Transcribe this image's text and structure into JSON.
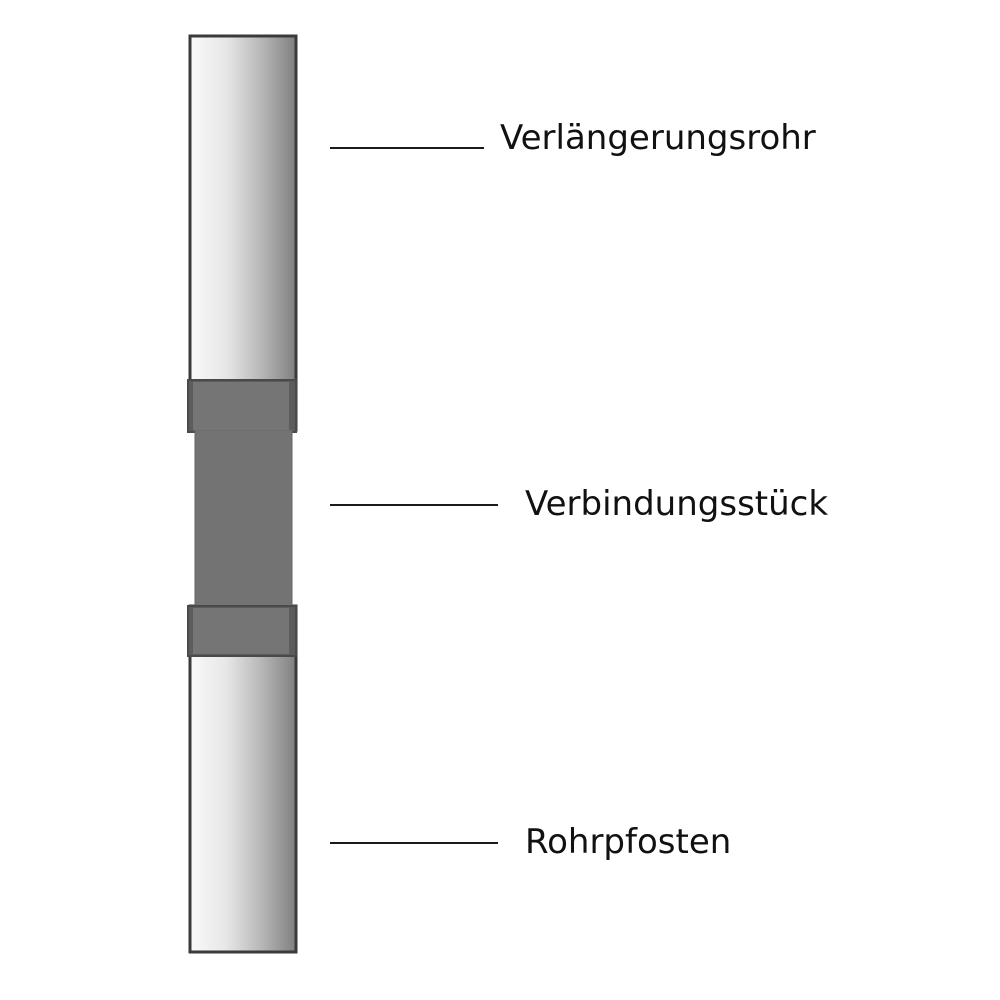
{
  "labels": {
    "extension_pipe": "Verlängerungsrohr",
    "connector": "Verbindungsstück",
    "pipe_post": "Rohrpfosten"
  },
  "colors": {
    "pipe_light": "#f4f4f4",
    "pipe_dark": "#8e8e8e",
    "pipe_outline": "#3a3a3a",
    "connector_fill": "#707070",
    "connector_shadow": "#4a4a4a",
    "leader_line": "#1a1a1a",
    "text": "#111111",
    "background": "#ffffff"
  }
}
